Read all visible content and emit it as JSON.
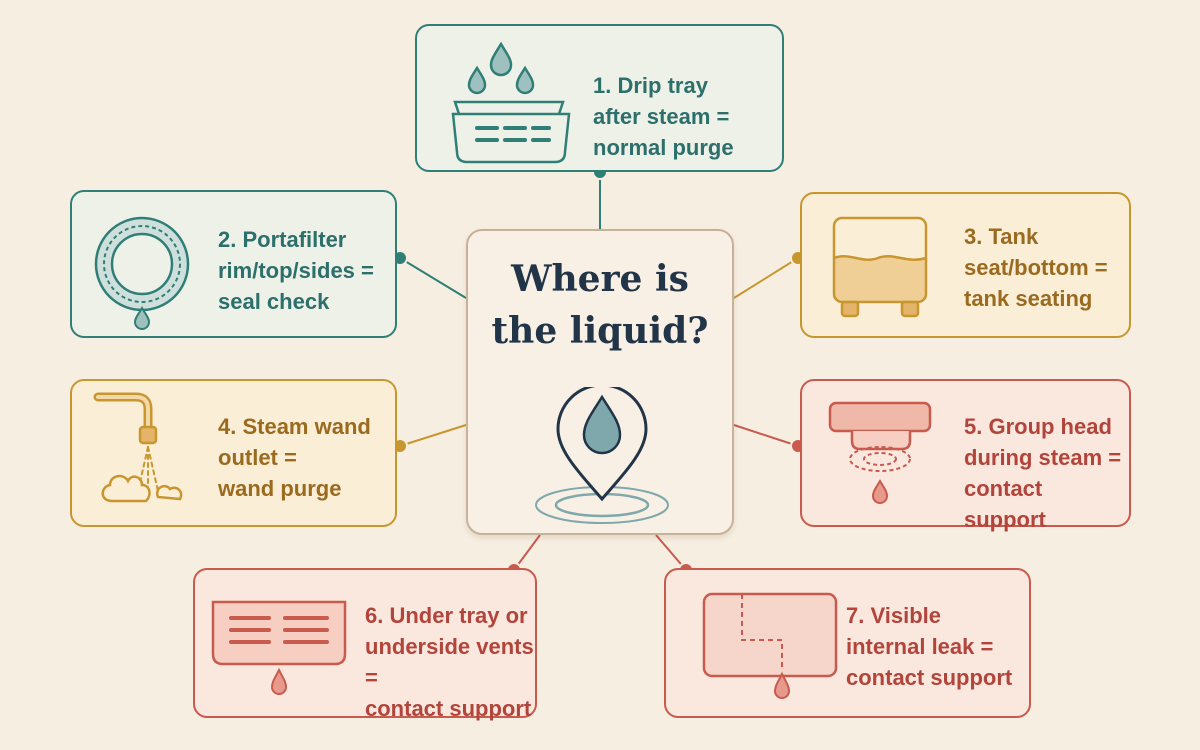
{
  "center": {
    "title": "Where is\nthe liquid?",
    "icon": "location-drop-icon"
  },
  "colors": {
    "teal": "#2f7f77",
    "gold": "#c8962f",
    "red": "#c85a4e",
    "background": "#f7eee2"
  },
  "items": [
    {
      "id": 1,
      "text": "1. Drip tray\nafter steam =\nnormal purge",
      "icon": "drip-tray-icon",
      "color": "teal"
    },
    {
      "id": 2,
      "text": "2. Portafilter\nrim/top/sides =\nseal check",
      "icon": "portafilter-icon",
      "color": "teal"
    },
    {
      "id": 3,
      "text": "3. Tank\nseat/bottom =\ntank seating",
      "icon": "tank-icon",
      "color": "gold"
    },
    {
      "id": 4,
      "text": "4. Steam wand\noutlet =\nwand purge",
      "icon": "steam-wand-icon",
      "color": "gold"
    },
    {
      "id": 5,
      "text": "5. Group head\nduring steam =\ncontact support",
      "icon": "group-head-icon",
      "color": "red"
    },
    {
      "id": 6,
      "text": "6. Under tray or\nunderside vents =\ncontact support",
      "icon": "vent-tray-icon",
      "color": "red"
    },
    {
      "id": 7,
      "text": "7. Visible\ninternal leak =\ncontact support",
      "icon": "internal-leak-icon",
      "color": "red"
    }
  ]
}
